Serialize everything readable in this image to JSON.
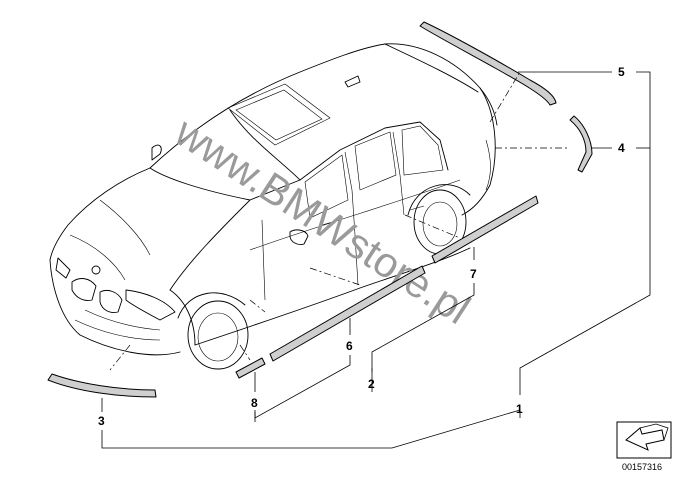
{
  "diagram": {
    "callouts": [
      {
        "id": "1",
        "label": "1"
      },
      {
        "id": "2",
        "label": "2"
      },
      {
        "id": "3",
        "label": "3"
      },
      {
        "id": "4",
        "label": "4"
      },
      {
        "id": "5",
        "label": "5"
      },
      {
        "id": "6",
        "label": "6"
      },
      {
        "id": "7",
        "label": "7"
      },
      {
        "id": "8",
        "label": "8"
      }
    ],
    "watermark": "www.BMWstore.pl",
    "reference_code": "00157316"
  },
  "colors": {
    "line": "#000000",
    "part_fill": "#cfcfcf",
    "watermark": "#9a9a9a"
  }
}
